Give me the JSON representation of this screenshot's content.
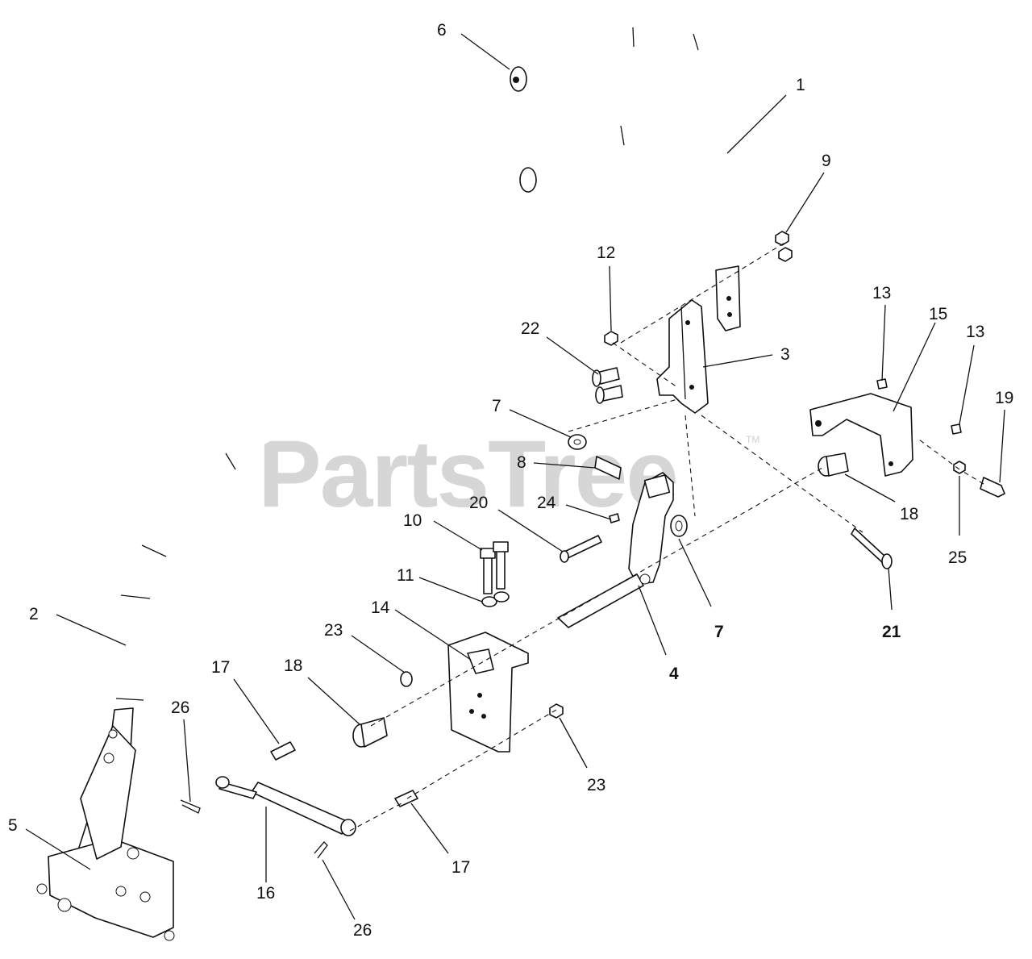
{
  "watermark": {
    "text": "PartsTree",
    "trademark": "TM"
  },
  "callouts": [
    {
      "id": "c6a",
      "label": "6"
    },
    {
      "id": "c1",
      "label": "1"
    },
    {
      "id": "c9",
      "label": "9"
    },
    {
      "id": "c12",
      "label": "12"
    },
    {
      "id": "c22",
      "label": "22"
    },
    {
      "id": "c3",
      "label": "3"
    },
    {
      "id": "c13a",
      "label": "13"
    },
    {
      "id": "c15",
      "label": "15"
    },
    {
      "id": "c13b",
      "label": "13"
    },
    {
      "id": "c19",
      "label": "19"
    },
    {
      "id": "c7a",
      "label": "7"
    },
    {
      "id": "c8",
      "label": "8"
    },
    {
      "id": "c18a",
      "label": "18"
    },
    {
      "id": "c25",
      "label": "25"
    },
    {
      "id": "c24",
      "label": "24"
    },
    {
      "id": "c20",
      "label": "20"
    },
    {
      "id": "c10",
      "label": "10"
    },
    {
      "id": "c7b",
      "label": "7"
    },
    {
      "id": "c21",
      "label": "21"
    },
    {
      "id": "c11",
      "label": "11"
    },
    {
      "id": "c14",
      "label": "14"
    },
    {
      "id": "c4",
      "label": "4"
    },
    {
      "id": "c2",
      "label": "2"
    },
    {
      "id": "c23a",
      "label": "23"
    },
    {
      "id": "c18b",
      "label": "18"
    },
    {
      "id": "c17a",
      "label": "17"
    },
    {
      "id": "c26a",
      "label": "26"
    },
    {
      "id": "c23b",
      "label": "23"
    },
    {
      "id": "c5",
      "label": "5"
    },
    {
      "id": "c16",
      "label": "16"
    },
    {
      "id": "c17b",
      "label": "17"
    },
    {
      "id": "c26b",
      "label": "26"
    }
  ]
}
